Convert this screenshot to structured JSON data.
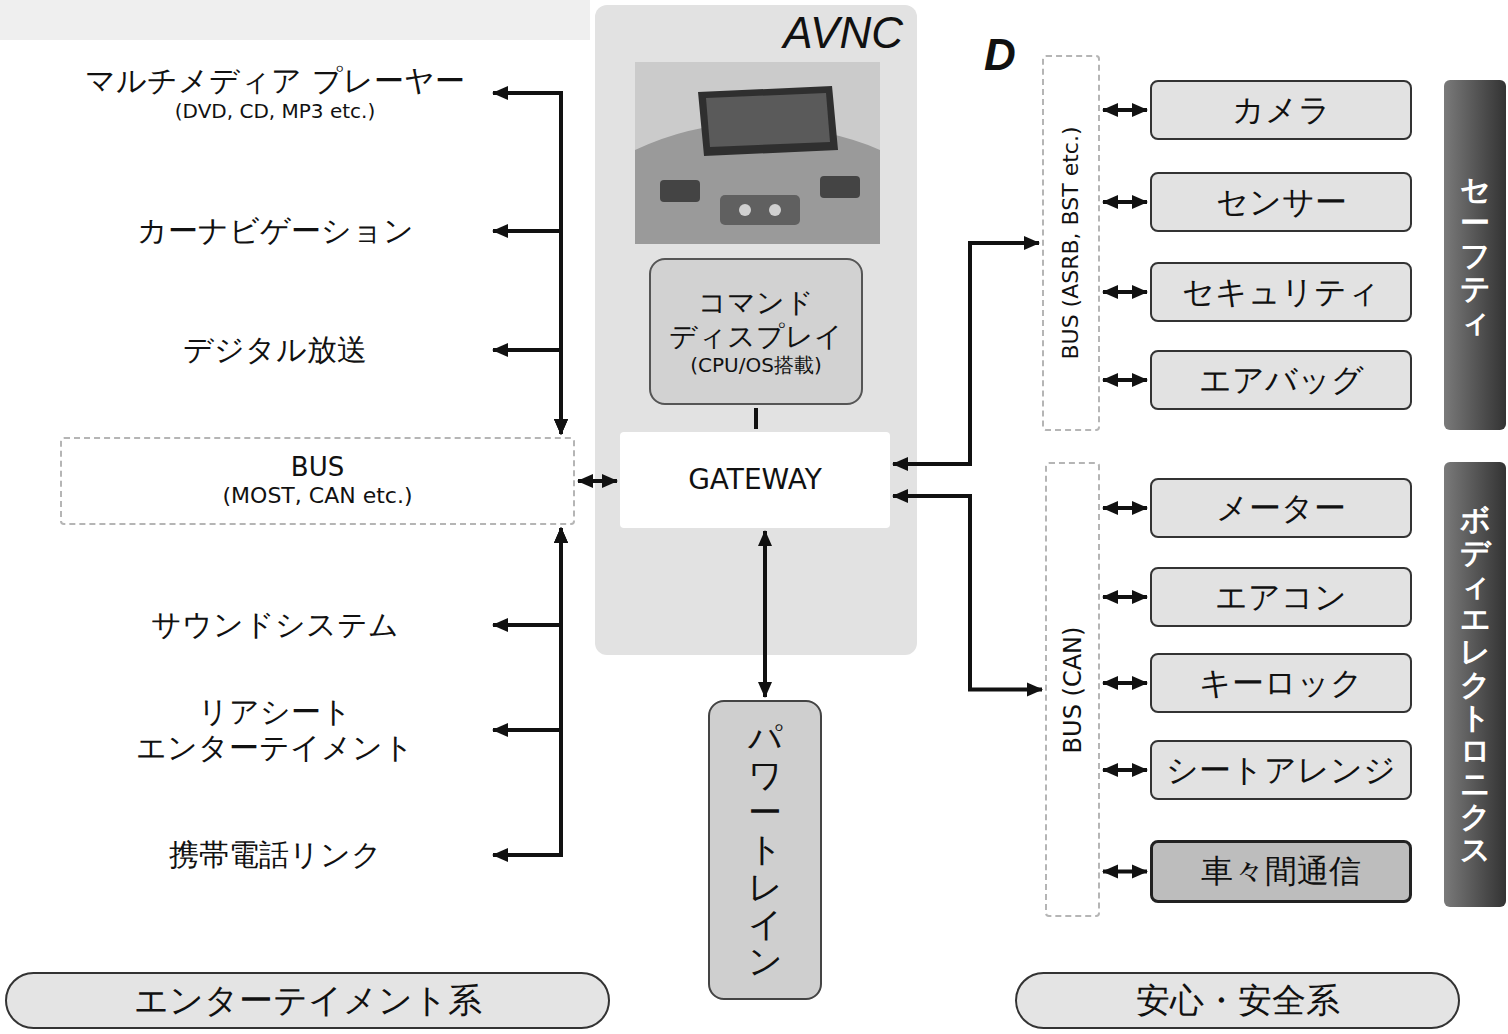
{
  "diagram": {
    "nodes": [
      {
        "text": [
          "AVNC"
        ]
      },
      {
        "text": [
          "コマンド ディスプレイ",
          "(CPU/OS搭載)"
        ],
        "in": 0
      },
      {
        "text": [
          "GATEWAY"
        ],
        "in": 0
      },
      {
        "text": [
          "マルチメディア プレーヤー",
          "(DVD, CD, MP3 etc.)"
        ]
      },
      {
        "text": [
          "カーナビゲーション"
        ]
      },
      {
        "text": [
          "デジタル放送"
        ]
      },
      {
        "text": [
          "BUS",
          "(MOST, CAN etc.)"
        ]
      },
      {
        "text": [
          "サウンドシステム"
        ]
      },
      {
        "text": [
          "リアシート エンターテイメント"
        ]
      },
      {
        "text": [
          "携帯電話リンク"
        ]
      },
      {
        "text": [
          "パワートレイン"
        ]
      },
      {
        "text": [
          "BUS (ASRB, BST etc.)"
        ]
      },
      {
        "text": [
          "カメラ"
        ]
      },
      {
        "text": [
          "センサー"
        ]
      },
      {
        "text": [
          "セキュリティ"
        ]
      },
      {
        "text": [
          "エアバッグ"
        ]
      },
      {
        "text": [
          "セーフティ"
        ]
      },
      {
        "text": [
          "BUS (CAN)"
        ]
      },
      {
        "text": [
          "メーター"
        ]
      },
      {
        "text": [
          "エアコン"
        ]
      },
      {
        "text": [
          "キーロック"
        ]
      },
      {
        "text": [
          "シートアレンジ"
        ]
      },
      {
        "text": [
          "車々間通信"
        ]
      },
      {
        "text": [
          "ボディエレクトロニクス"
        ]
      },
      {
        "text": [
          "エンターテイメント系"
        ]
      },
      {
        "text": [
          "安心・安全系"
        ]
      }
    ],
    "edges": [
      {
        "from": 6,
        "to": 3,
        "arrow": "both"
      },
      {
        "from": 6,
        "to": 4,
        "arrow": "both"
      },
      {
        "from": 6,
        "to": 5,
        "arrow": "both"
      },
      {
        "from": 6,
        "to": 7,
        "arrow": "both"
      },
      {
        "from": 6,
        "to": 8,
        "arrow": "both"
      },
      {
        "from": 6,
        "to": 9,
        "arrow": "both"
      },
      {
        "from": 6,
        "to": 2,
        "arrow": "both"
      },
      {
        "from": 1,
        "to": 2,
        "arrow": "none"
      },
      {
        "from": 2,
        "to": 10,
        "arrow": "both"
      },
      {
        "from": 2,
        "to": 11,
        "arrow": "both"
      },
      {
        "from": 2,
        "to": 17,
        "arrow": "both"
      },
      {
        "from": 11,
        "to": 12,
        "arrow": "both"
      },
      {
        "from": 11,
        "to": 13,
        "arrow": "both"
      },
      {
        "from": 11,
        "to": 14,
        "arrow": "both"
      },
      {
        "from": 11,
        "to": 15,
        "arrow": "both"
      },
      {
        "from": 17,
        "to": 18,
        "arrow": "both"
      },
      {
        "from": 17,
        "to": 19,
        "arrow": "both"
      },
      {
        "from": 17,
        "to": 20,
        "arrow": "both"
      },
      {
        "from": 17,
        "to": 21,
        "arrow": "both"
      },
      {
        "from": 17,
        "to": 22,
        "arrow": "both"
      }
    ],
    "labels": [
      "D"
    ]
  }
}
